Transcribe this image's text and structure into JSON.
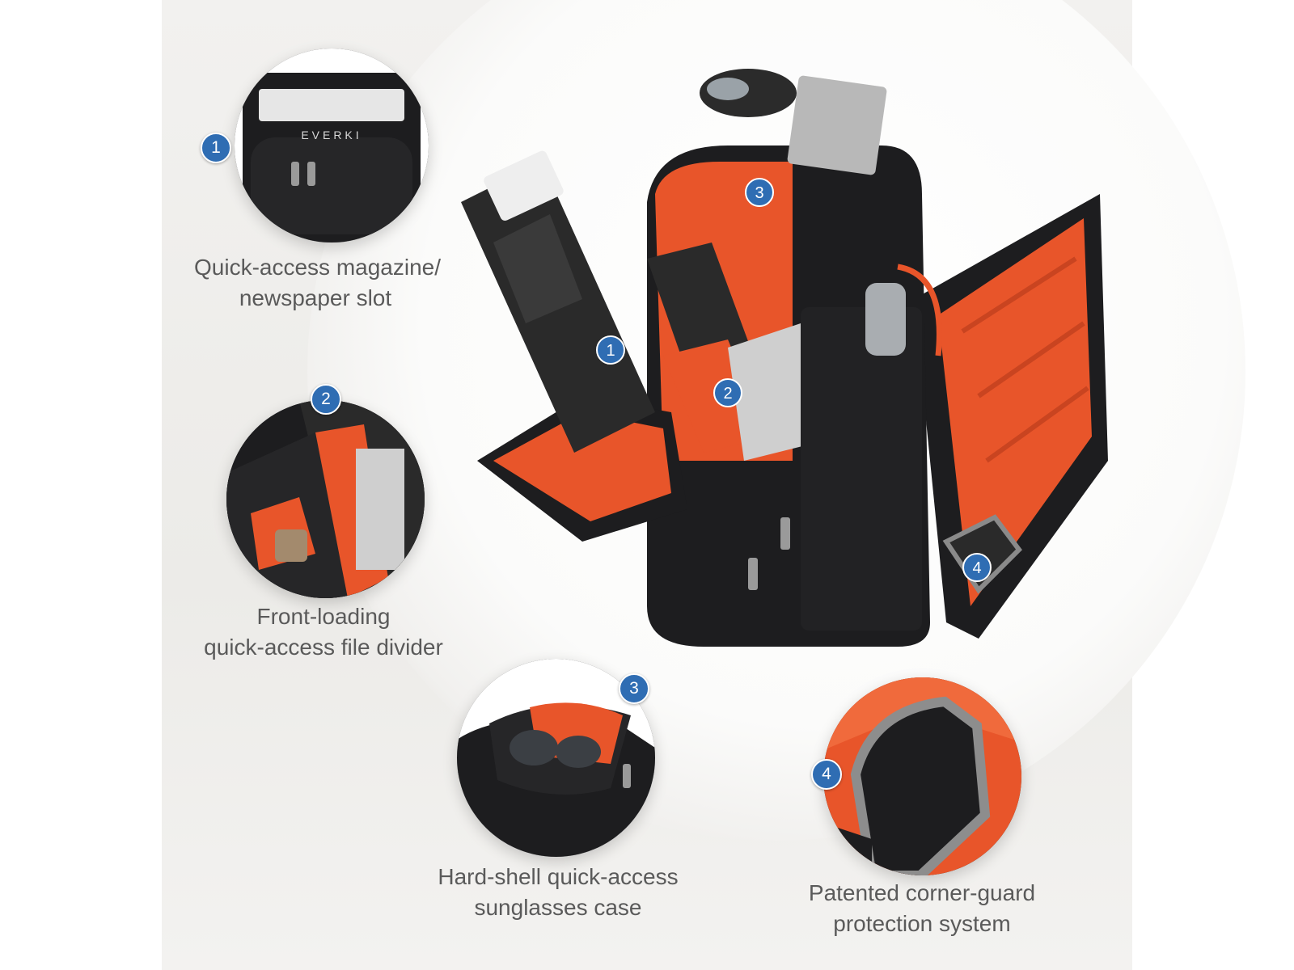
{
  "colors": {
    "badge": "#2f6db3",
    "orange_lining": "#e8552a",
    "bag_black": "#1d1d1f",
    "caption_text": "#5a5a5a"
  },
  "features": [
    {
      "number": "1",
      "caption_line1": "Quick-access magazine/",
      "caption_line2": "newspaper slot"
    },
    {
      "number": "2",
      "caption_line1": "Front-loading",
      "caption_line2": "quick-access file divider"
    },
    {
      "number": "3",
      "caption_line1": "Hard-shell quick-access",
      "caption_line2": "sunglasses case"
    },
    {
      "number": "4",
      "caption_line1": "Patented corner-guard",
      "caption_line2": "protection system"
    }
  ],
  "backpack_markers": [
    "1",
    "2",
    "3",
    "4"
  ],
  "brand_text": "EVERKI"
}
